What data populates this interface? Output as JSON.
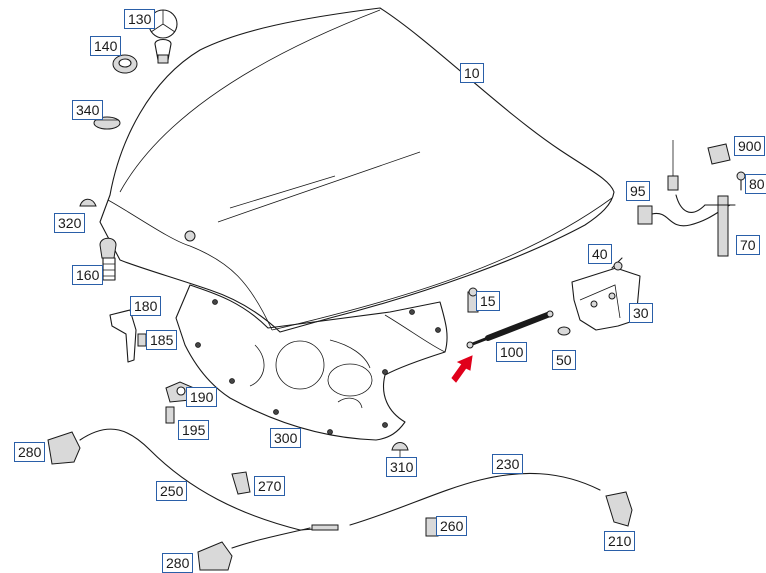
{
  "labels": {
    "p10": "10",
    "p15": "15",
    "p30": "30",
    "p40": "40",
    "p50": "50",
    "p70": "70",
    "p80": "80",
    "p95": "95",
    "p100": "100",
    "p130": "130",
    "p140": "140",
    "p160": "160",
    "p180": "180",
    "p185": "185",
    "p190": "190",
    "p195": "195",
    "p210": "210",
    "p230": "230",
    "p250": "250",
    "p260": "260",
    "p270": "270",
    "p280a": "280",
    "p280b": "280",
    "p300": "300",
    "p310": "310",
    "p320": "320",
    "p340": "340",
    "p900": "900"
  },
  "colors": {
    "label_border": "#2a5fa8",
    "highlight_arrow": "#e0001b",
    "line": "#1a1a1a"
  }
}
